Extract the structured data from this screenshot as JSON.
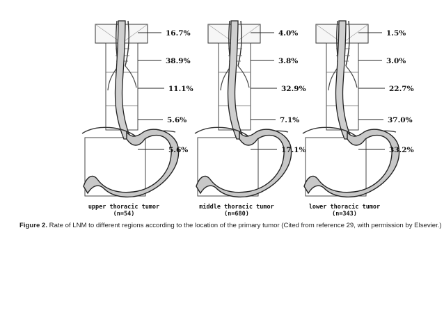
{
  "panels": [
    {
      "label": "upper thoracic tumor",
      "n": "(n=54)",
      "rates": [
        "16.7%",
        "38.9%",
        "11.1%",
        "5.6%",
        "5.6%"
      ]
    },
    {
      "label": "middle thoracic tumor",
      "n": "(n=680)",
      "rates": [
        "4.0%",
        "3.8%",
        "32.9%",
        "7.1%",
        "17.1%"
      ]
    },
    {
      "label": "lower thoracic tumor",
      "n": "(n=343)",
      "rates": [
        "1.5%",
        "3.0%",
        "22.7%",
        "37.0%",
        "33.2%"
      ]
    }
  ],
  "caption": {
    "label": "Figure 2.",
    "text": "Rate of LNM to different regions according to the location of the primary tumor (Cited from reference 29, with permission by Elsevier.)"
  }
}
